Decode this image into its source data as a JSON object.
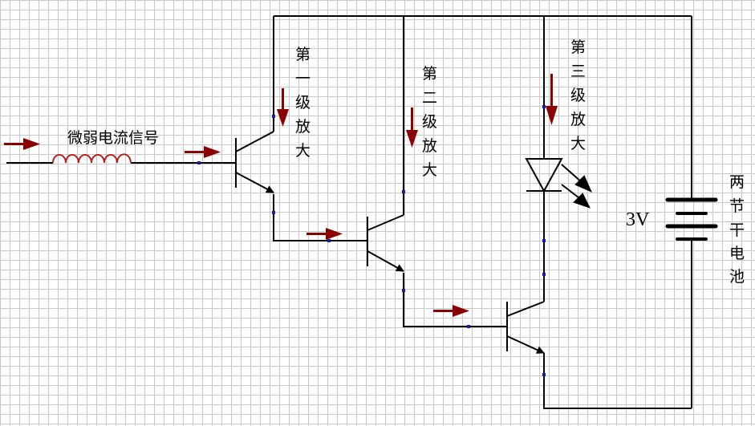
{
  "labels": {
    "input_signal": "微弱电流信号",
    "stage1": [
      "第",
      "一",
      "级",
      "放",
      "大"
    ],
    "stage2": [
      "第",
      "二",
      "级",
      "放",
      "大"
    ],
    "stage3": [
      "第",
      "三",
      "级",
      "放",
      "大"
    ],
    "battery_desc": [
      "两",
      "节",
      "干",
      "电",
      "池"
    ],
    "voltage": "3V"
  },
  "colors": {
    "wire": "#000000",
    "arrow": "#8b0000",
    "junction": "#1a1aa6"
  }
}
